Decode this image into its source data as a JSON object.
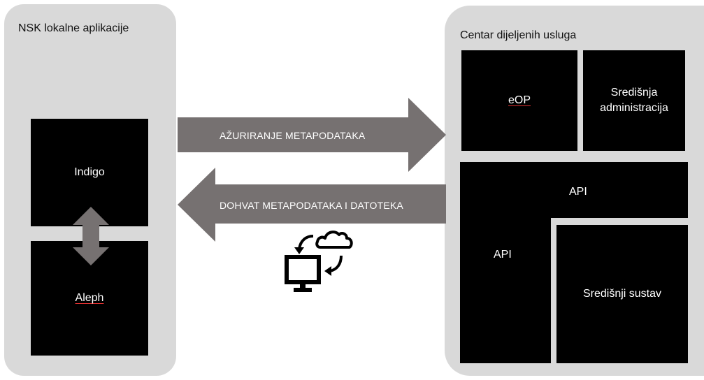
{
  "left_panel": {
    "title": "NSK lokalne aplikacije",
    "blocks": {
      "indigo": "Indigo",
      "aleph": "Aleph"
    }
  },
  "right_panel": {
    "title": "Centar dijeljenih usluga",
    "blocks": {
      "eop": "eOP",
      "admin_line1": "Središnja",
      "admin_line2": "administracija",
      "api_top": "API",
      "api_left": "API",
      "central_system": "Središnji sustav"
    }
  },
  "arrows": {
    "update_label": "AŽURIRANJE METAPODATAKA",
    "fetch_label": "DOHVAT METAPODATAKA I DATOTEKA"
  },
  "icons": {
    "sync": "computer-cloud-sync-icon",
    "bidirectional": "double-headed-arrow-icon"
  },
  "colors": {
    "panel": "#d9d9d9",
    "block": "#000000",
    "arrow": "#767171"
  }
}
